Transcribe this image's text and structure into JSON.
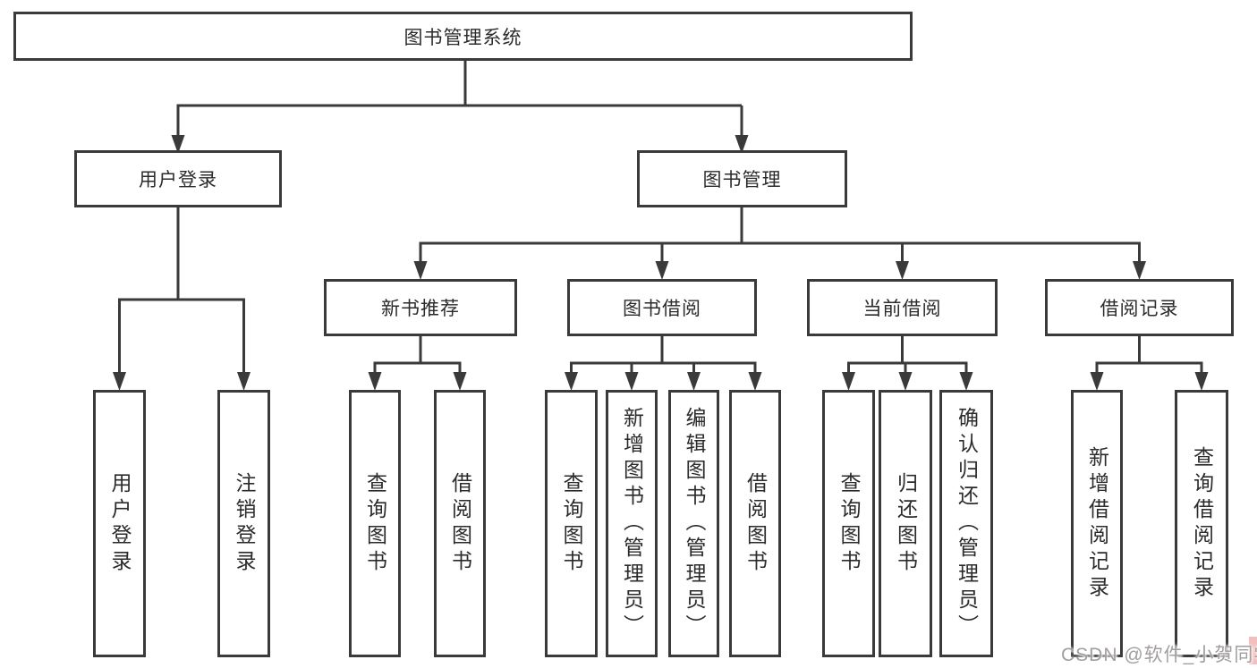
{
  "diagram": {
    "root": {
      "label": "图书管理系统"
    },
    "branches": [
      {
        "label": "用户登录",
        "children": [
          {
            "label": "用户登录"
          },
          {
            "label": "注销登录"
          }
        ]
      },
      {
        "label": "图书管理",
        "children": [
          {
            "label": "新书推荐",
            "children": [
              {
                "label": "查询图书"
              },
              {
                "label": "借阅图书"
              }
            ]
          },
          {
            "label": "图书借阅",
            "children": [
              {
                "label": "查询图书"
              },
              {
                "label": "新增图书（管理员）"
              },
              {
                "label": "编辑图书（管理员）"
              },
              {
                "label": "借阅图书"
              }
            ]
          },
          {
            "label": "当前借阅",
            "children": [
              {
                "label": "查询图书"
              },
              {
                "label": "归还图书"
              },
              {
                "label": "确认归还（管理员）"
              }
            ]
          },
          {
            "label": "借阅记录",
            "children": [
              {
                "label": "新增借阅记录"
              },
              {
                "label": "查询借阅记录"
              }
            ]
          }
        ]
      }
    ]
  },
  "watermark": {
    "text": "CSDN @软件_小贺同学"
  },
  "colors": {
    "line": "#3a3a3a",
    "text": "#2b2b2b",
    "watermark": "#a29e9e",
    "background": "#ffffff"
  }
}
